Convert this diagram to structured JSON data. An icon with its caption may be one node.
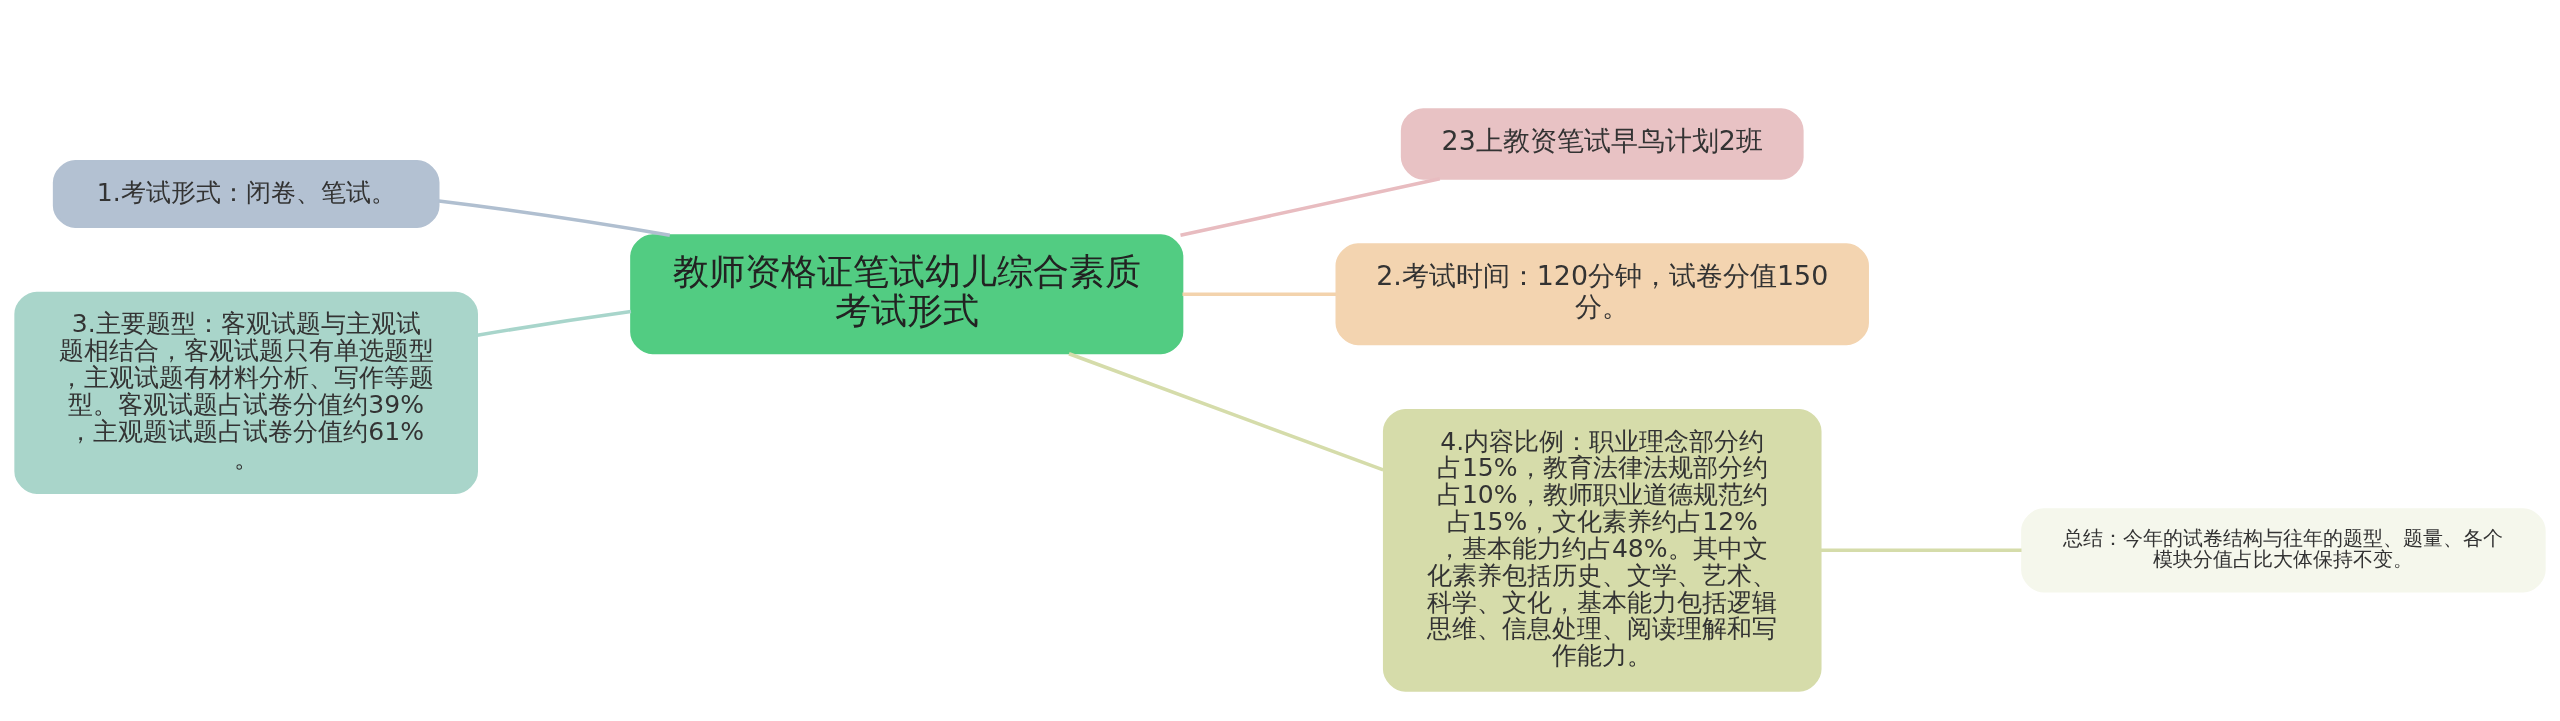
{
  "diagram": {
    "nodes": [
      {
        "text": [
          "教师资格证笔试幼儿综合素质考试形式"
        ]
      },
      {
        "text": [
          "23上教资笔试早鸟计划2班"
        ]
      },
      {
        "text": [
          "2.考试时间：120分钟，试卷分值150分。"
        ]
      },
      {
        "text": [
          "1.考试形式：闭卷、笔试。"
        ]
      },
      {
        "text": [
          "3.主要题型：客观试题与主观试题相结合，客观试题只有单选题型，主观试题有材料分析、写作等题型。客观试题占试卷分值约39%，主观题试题占试卷分值约61%。"
        ]
      },
      {
        "text": [
          "4.内容比例：职业理念部分约占15%，教育法律法规部分约占10%，教师职业道德规范约占15%，文化素养约占12%，基本能力约占48%。其中文化素养包括历史、文学、艺术、科学、文化，基本能力包括逻辑思维、信息处理、阅读理解和写作能力。"
        ]
      },
      {
        "text": [
          "总结：今年的试卷结构与往年的题型、题量、各个模块分值占比大体保持不变。"
        ]
      }
    ],
    "edges": [
      {
        "from": 0,
        "to": 1,
        "arrow": "none",
        "color": "#e8bcc0"
      },
      {
        "from": 0,
        "to": 2,
        "arrow": "none",
        "color": "#f3d3ad"
      },
      {
        "from": 0,
        "to": 3,
        "arrow": "none",
        "color": "#b0bfd0"
      },
      {
        "from": 0,
        "to": 4,
        "arrow": "none",
        "color": "#a8d5cb"
      },
      {
        "from": 0,
        "to": 5,
        "arrow": "none",
        "color": "#d5dcaa"
      },
      {
        "from": 5,
        "to": 6,
        "arrow": "none",
        "color": "#d5dcaa"
      }
    ]
  }
}
